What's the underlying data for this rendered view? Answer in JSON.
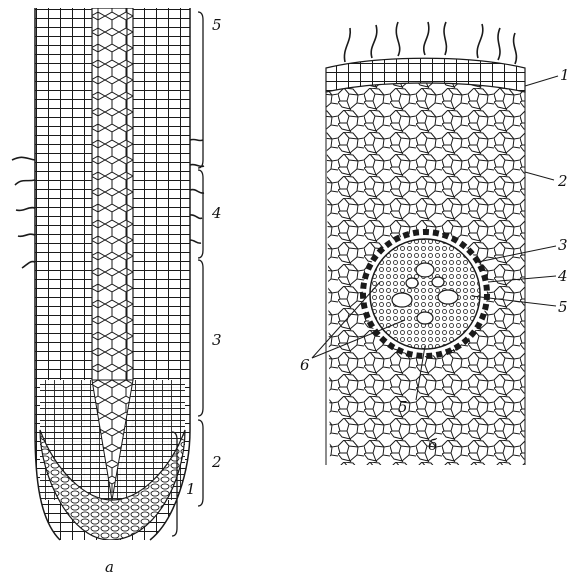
{
  "figure": {
    "panel_a": {
      "caption": "а",
      "zones": [
        "5",
        "4",
        "3",
        "2",
        "1"
      ]
    },
    "panel_b": {
      "caption": "б",
      "labels": [
        "1",
        "2",
        "3",
        "4",
        "5",
        "6",
        "5"
      ]
    }
  },
  "colors": {
    "ink": "#1a1a1a",
    "paper": "#ffffff"
  }
}
